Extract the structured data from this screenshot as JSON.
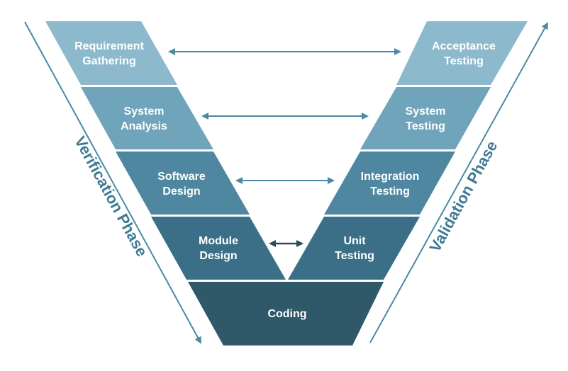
{
  "diagram": {
    "left_stages": [
      {
        "line1": "Requirement",
        "line2": "Gathering",
        "color": "#8db9cc"
      },
      {
        "line1": "System",
        "line2": "Analysis",
        "color": "#6fa4ba"
      },
      {
        "line1": "Software",
        "line2": "Design",
        "color": "#4f87a0"
      },
      {
        "line1": "Module",
        "line2": "Design",
        "color": "#3b6f87"
      }
    ],
    "right_stages": [
      {
        "line1": "Acceptance",
        "line2": "Testing",
        "color": "#8db9cc"
      },
      {
        "line1": "System",
        "line2": "Testing",
        "color": "#6fa4ba"
      },
      {
        "line1": "Integration",
        "line2": "Testing",
        "color": "#4f87a0"
      },
      {
        "line1": "Unit",
        "line2": "Testing",
        "color": "#3b6f87"
      }
    ],
    "bottom_stage": {
      "label": "Coding",
      "color": "#2f5869"
    },
    "left_phase": {
      "label": "Verification Phase",
      "color": "#3f7a93"
    },
    "right_phase": {
      "label": "Validation Phase",
      "color": "#3f7a93"
    },
    "arrow_color": "#4a8aa3",
    "inner_arrow_color": "#2b4c5c"
  }
}
